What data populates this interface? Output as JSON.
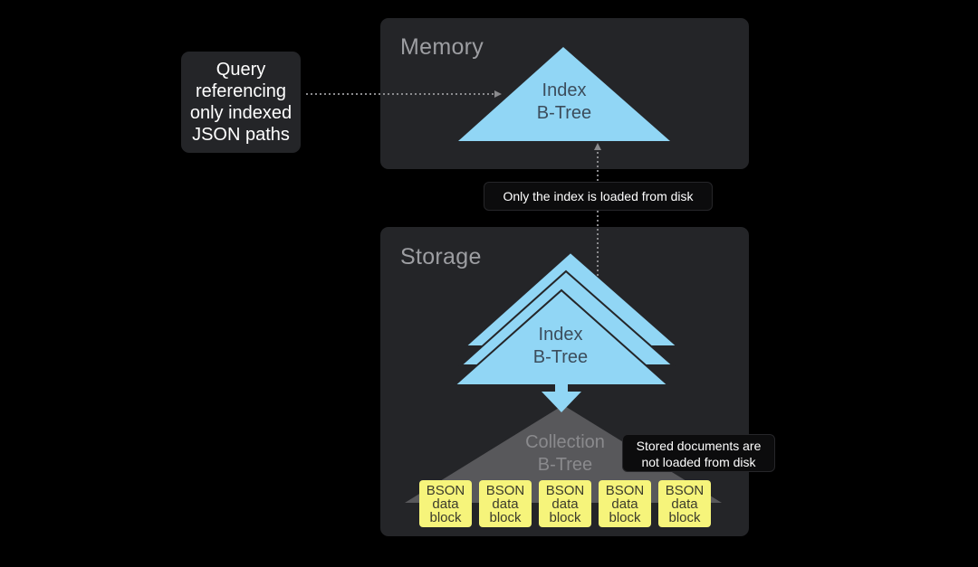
{
  "colors": {
    "background": "#000000",
    "panel": "#242528",
    "index_triangle": "#91d6f5",
    "collection_triangle": "#58585b",
    "bson_block": "#f6f47b",
    "arrow": "#8a8a8d"
  },
  "memory": {
    "title": "Memory",
    "index_label_line1": "Index",
    "index_label_line2": "B-Tree"
  },
  "query": {
    "line1": "Query",
    "line2": "referencing",
    "line3": "only indexed",
    "line4": "JSON paths"
  },
  "index_note": "Only the index is loaded from disk",
  "storage": {
    "title": "Storage",
    "index_label_line1": "Index",
    "index_label_line2": "B-Tree",
    "collection_label_line1": "Collection",
    "collection_label_line2": "B-Tree",
    "docs_note_line1": "Stored documents are",
    "docs_note_line2": "not loaded from disk",
    "blocks": [
      {
        "line1": "BSON",
        "line2": "data",
        "line3": "block"
      },
      {
        "line1": "BSON",
        "line2": "data",
        "line3": "block"
      },
      {
        "line1": "BSON",
        "line2": "data",
        "line3": "block"
      },
      {
        "line1": "BSON",
        "line2": "data",
        "line3": "block"
      },
      {
        "line1": "BSON",
        "line2": "data",
        "line3": "block"
      }
    ]
  }
}
